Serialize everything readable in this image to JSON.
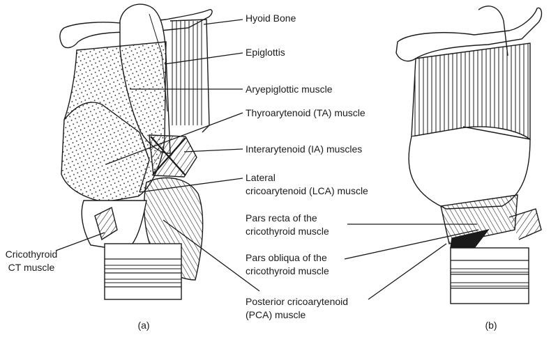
{
  "labels": {
    "hyoid": "Hyoid Bone",
    "epiglottis": "Epiglottis",
    "aryepiglottic": "Aryepiglottic muscle",
    "ta": "Thyroarytenoid (TA) muscle",
    "ia": "Interarytenoid (IA) muscles",
    "lca_1": "Lateral",
    "lca_2": "cricoarytenoid (LCA) muscle",
    "pars_recta_1": "Pars recta of the",
    "pars_recta_2": "cricothyroid muscle",
    "pars_obliqua_1": "Pars obliqua of the",
    "pars_obliqua_2": "cricothyroid muscle",
    "pca_1": "Posterior cricoarytenoid",
    "pca_2": "(PCA) muscle",
    "ct_1": "Cricothyroid",
    "ct_2": "CT muscle"
  },
  "panels": {
    "a": "(a)",
    "b": "(b)"
  },
  "colors": {
    "ink": "#1a1a1a",
    "paper": "#ffffff"
  }
}
